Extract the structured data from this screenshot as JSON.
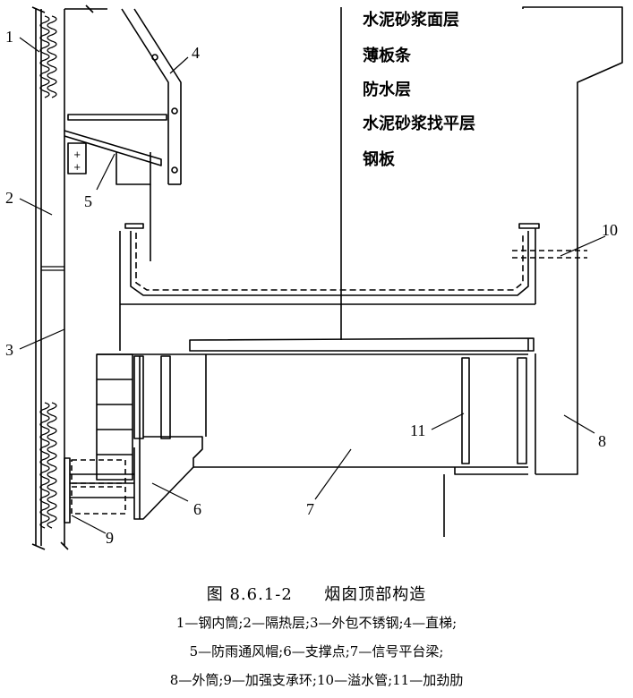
{
  "figure": {
    "number": "图 8.6.1-2",
    "title": "烟囱顶部构造"
  },
  "layers": [
    "水泥砂浆面层",
    "薄板条",
    "防水层",
    "水泥砂浆找平层",
    "钢板"
  ],
  "callouts": [
    "1",
    "2",
    "3",
    "4",
    "5",
    "6",
    "7",
    "8",
    "9",
    "10",
    "11"
  ],
  "legend": [
    "1—钢内筒;2—隔热层;3—外包不锈钢;4—直梯;",
    "5—防雨通风帽;6—支撑点;7—信号平台梁;",
    "8—外筒;9—加强支承环;10—溢水管;11—加劲肋"
  ],
  "colors": {
    "ink": "#000000",
    "paper": "#ffffff"
  }
}
